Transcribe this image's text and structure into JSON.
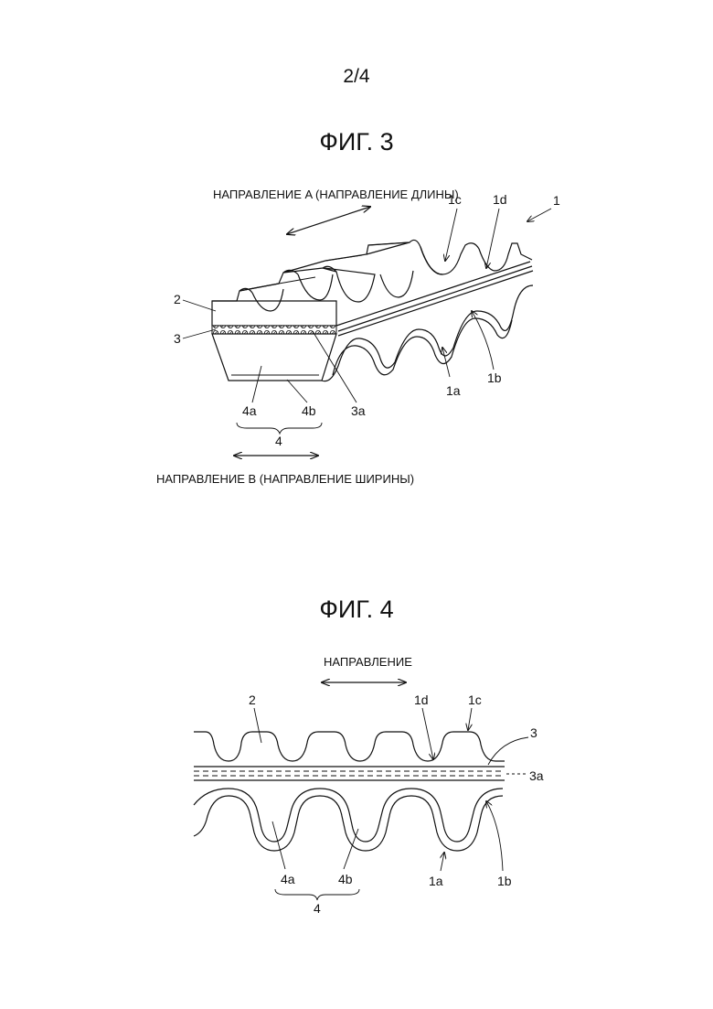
{
  "page": {
    "number": "2/4"
  },
  "figure3": {
    "title": "ФИГ. 3",
    "direction_a": "НАПРАВЛЕНИЕ A (НАПРАВЛЕНИЕ ДЛИНЫ)",
    "direction_b": "НАПРАВЛЕНИЕ B (НАПРАВЛЕНИЕ ШИРИНЫ)",
    "labels": {
      "belt": "1",
      "groove_1c": "1c",
      "crest_1d": "1d",
      "top_layer": "2",
      "cord_layer": "3",
      "cord_3a": "3a",
      "bottom_4a": "4a",
      "bottom_4b": "4b",
      "bottom_4": "4",
      "tooth_1a": "1a",
      "tooth_1b": "1b"
    }
  },
  "figure4": {
    "title": "ФИГ. 4",
    "direction": "НАПРАВЛЕНИЕ",
    "labels": {
      "top_layer": "2",
      "crest_1d": "1d",
      "groove_1c": "1c",
      "cord_layer": "3",
      "cord_3a": "3a",
      "bottom_4a": "4a",
      "bottom_4b": "4b",
      "bottom_4": "4",
      "tooth_1a": "1a",
      "tooth_1b": "1b"
    }
  }
}
